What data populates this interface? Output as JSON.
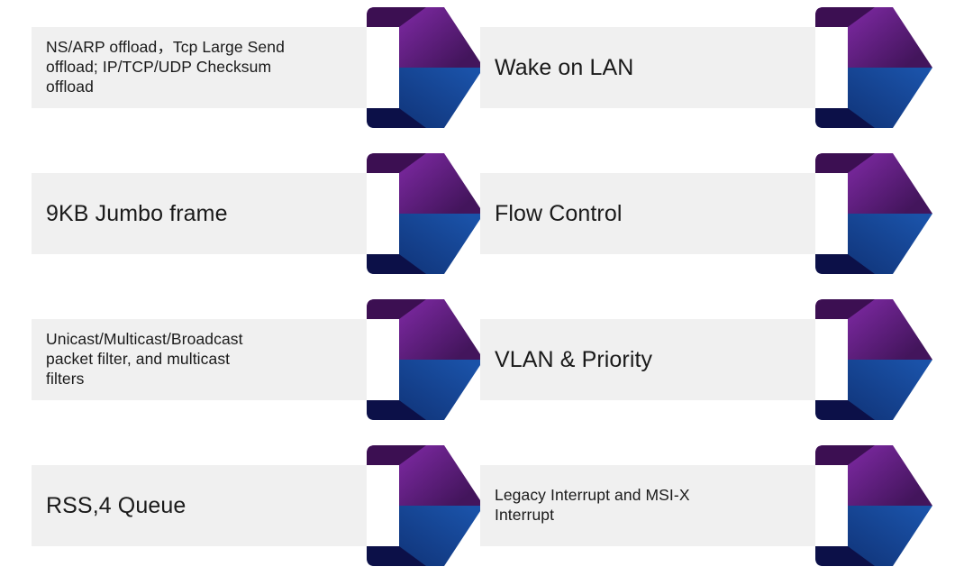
{
  "diagram": {
    "type": "chevron-feature-list",
    "columns": 2,
    "rows_per_column": 4,
    "background_color": "#ffffff",
    "plate_color": "#f0f0f0",
    "text_color": "#1a1a1a",
    "arrow_colors": {
      "purple_light": "#8f2fb8",
      "purple_dark": "#43155c",
      "purple_shadow": "#3c0f52",
      "blue_light": "#1a52a8",
      "blue_dark": "#0e2d6e",
      "blue_shadow": "#0c1048"
    },
    "items": [
      {
        "id": "ns-arp-offload",
        "column": "left",
        "row": 1,
        "label": "NS/ARP offload，Tcp Large Send\noffload; IP/TCP/UDP Checksum\noffload",
        "text_size": "small"
      },
      {
        "id": "jumbo-frame",
        "column": "left",
        "row": 2,
        "label": "9KB Jumbo frame",
        "text_size": "large"
      },
      {
        "id": "packet-filter",
        "column": "left",
        "row": 3,
        "label": "Unicast/Multicast/Broadcast\npacket filter, and multicast\nfilters",
        "text_size": "small"
      },
      {
        "id": "rss-queue",
        "column": "left",
        "row": 4,
        "label": "RSS,4 Queue",
        "text_size": "large"
      },
      {
        "id": "wake-on-lan",
        "column": "right",
        "row": 1,
        "label": "Wake on LAN",
        "text_size": "large"
      },
      {
        "id": "flow-control",
        "column": "right",
        "row": 2,
        "label": "Flow Control",
        "text_size": "large"
      },
      {
        "id": "vlan-priority",
        "column": "right",
        "row": 3,
        "label": "VLAN & Priority",
        "text_size": "large"
      },
      {
        "id": "interrupts",
        "column": "right",
        "row": 4,
        "label": "Legacy Interrupt and MSI-X\nInterrupt",
        "text_size": "small"
      }
    ]
  }
}
